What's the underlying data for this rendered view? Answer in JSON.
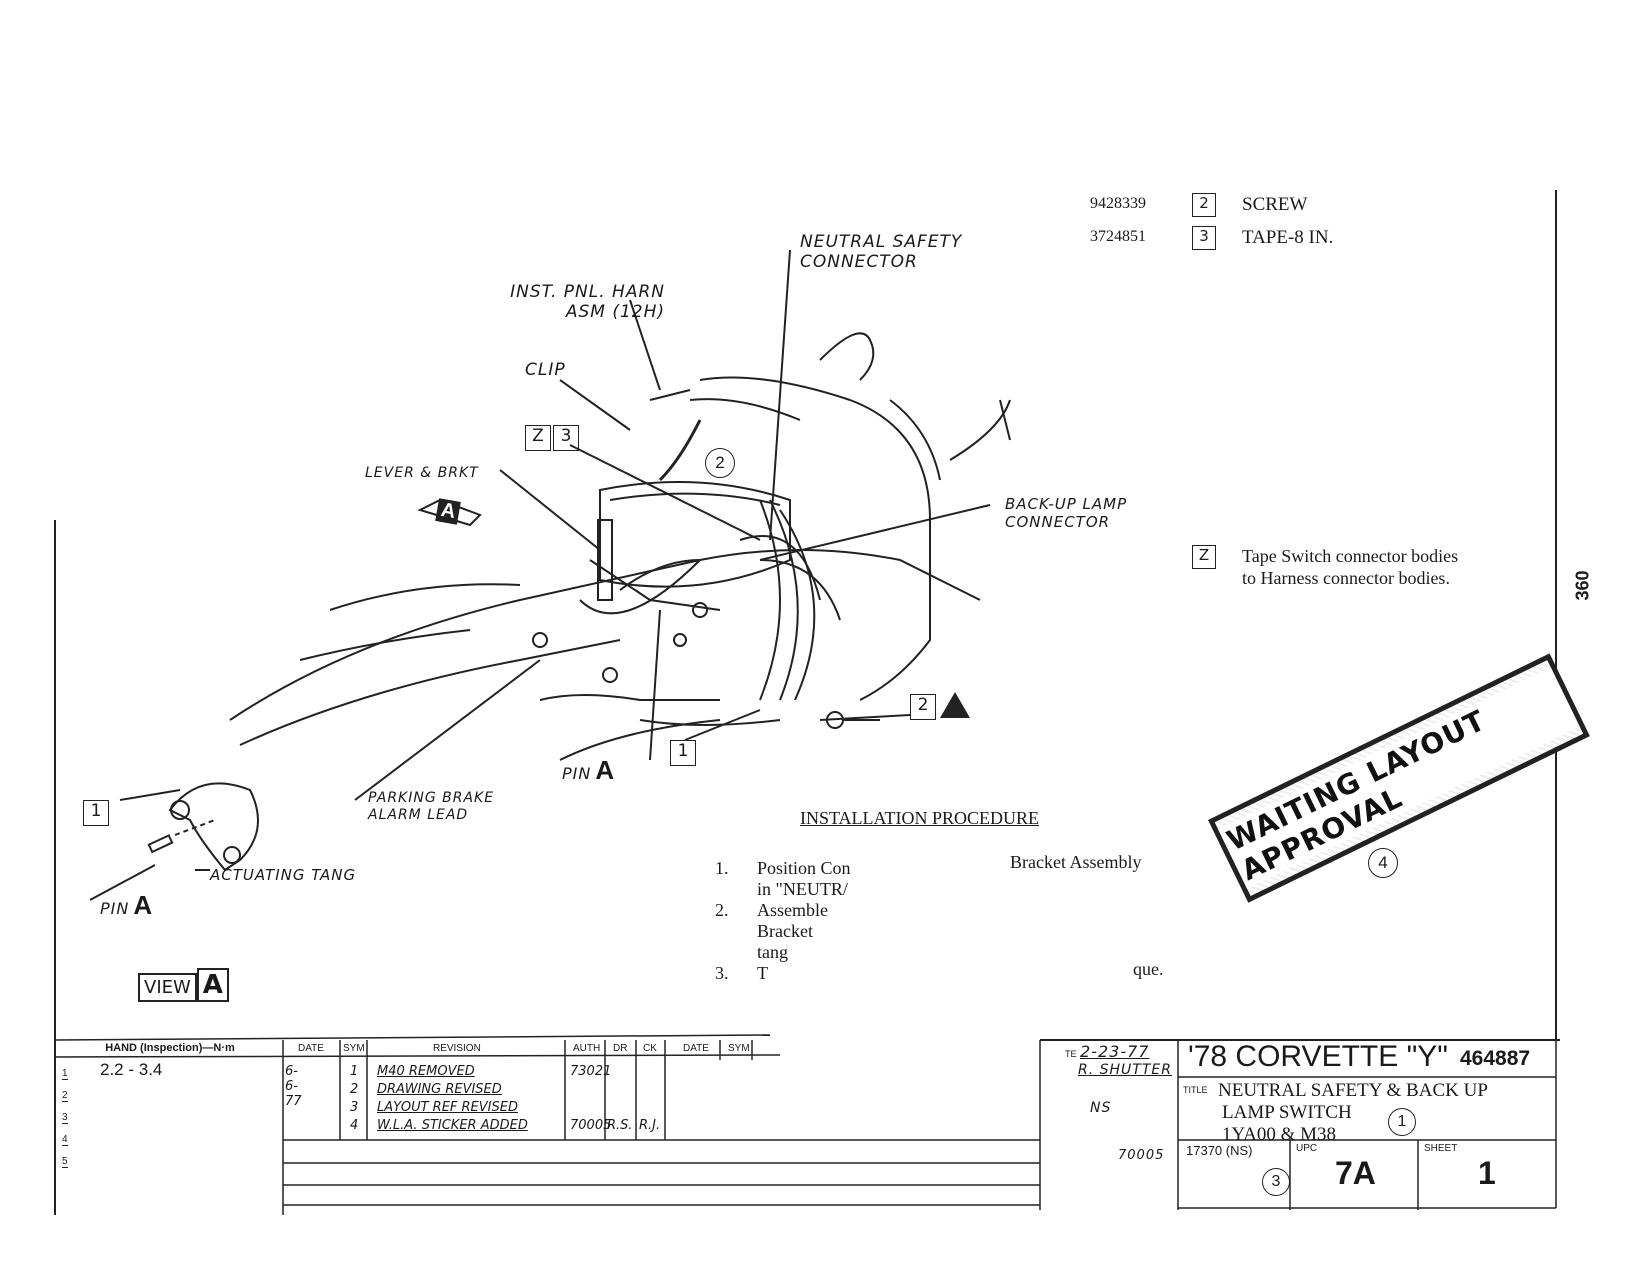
{
  "parts_list": [
    {
      "part_no": "9428339",
      "item": "2",
      "description": "SCREW"
    },
    {
      "part_no": "3724851",
      "item": "3",
      "description": "TAPE-8 IN."
    }
  ],
  "callouts": {
    "neutral_safety_connector": "NEUTRAL SAFETY CONNECTOR",
    "inst_pnl_harn": "INST. PNL. HARN ASM (12H)",
    "clip": "CLIP",
    "lever_bkt": "LEVER & BRKT",
    "back_up_lamp_connector": "BACK-UP LAMP CONNECTOR",
    "parking_brake_alarm_lead": "PARKING BRAKE ALARM LEAD",
    "pin_a_main": "PIN",
    "pin_a_letter": "A",
    "actuating_tang": "ACTUATING TANG",
    "pin_a_view": "PIN",
    "view_label": "VIEW",
    "view_letter": "A",
    "view_arrow_letter": "A",
    "item_z": "Z",
    "item_3": "3",
    "item_2": "2",
    "item_1_main": "1",
    "item_1_view": "1",
    "circle_2": "2"
  },
  "note_z": {
    "symbol": "Z",
    "text": "Tape Switch connector bodies to Harness connector bodies."
  },
  "page_number": "360",
  "installation": {
    "heading": "INSTALLATION PROCEDURE",
    "steps": [
      {
        "num": "1.",
        "lines": [
          "Position Con",
          "in \"NEUTR/"
        ],
        "right": "Bracket Assembly"
      },
      {
        "num": "2.",
        "lines": [
          "Assemble",
          "Bracket",
          "tang"
        ],
        "right": ""
      },
      {
        "num": "3.",
        "lines": [
          "T"
        ],
        "right": "que."
      }
    ]
  },
  "stamp": {
    "text": "WAITING LAYOUT APPROVAL",
    "circle": "4"
  },
  "torque_table": {
    "header": "HAND (Inspection)—N·m",
    "rows": [
      {
        "sym": "1",
        "value": "2.2 - 3.4"
      },
      {
        "sym": "2",
        "value": ""
      },
      {
        "sym": "3",
        "value": ""
      },
      {
        "sym": "4",
        "value": ""
      },
      {
        "sym": "5",
        "value": ""
      }
    ]
  },
  "revision_table": {
    "headers": [
      "DATE",
      "SYM",
      "REVISION",
      "AUTH",
      "DR",
      "CK",
      "DATE",
      "SYM"
    ],
    "rows": [
      {
        "date": "6-6-77",
        "sym": "1",
        "revision": "M40 REMOVED",
        "auth": "73021",
        "dr": "",
        "ck": ""
      },
      {
        "date": "",
        "sym": "2",
        "revision": "DRAWING REVISED",
        "auth": "",
        "dr": "",
        "ck": ""
      },
      {
        "date": "",
        "sym": "3",
        "revision": "LAYOUT REF REVISED",
        "auth": "",
        "dr": "",
        "ck": ""
      },
      {
        "date": "",
        "sym": "4",
        "revision": "W.L.A. STICKER ADDED",
        "auth": "70005",
        "dr": "R.S.",
        "ck": "R.J."
      }
    ]
  },
  "title_block": {
    "date_label": "TE",
    "date": "2-23-77",
    "drawn_by": "R. SHUTTER",
    "checked": "NS",
    "model": "'78 CORVETTE \"Y\"",
    "drawing_no": "464887",
    "title_label": "TITLE",
    "title_lines": [
      "NEUTRAL SAFETY & BACK UP",
      "LAMP SWITCH",
      "1YA00 & M38"
    ],
    "title_circle": "1",
    "auth": "70005",
    "ref": "17370 (NS)",
    "ref_circle": "3",
    "upc_label": "UPC",
    "upc": "7A",
    "sheet_label": "SHEET",
    "sheet": "1"
  }
}
